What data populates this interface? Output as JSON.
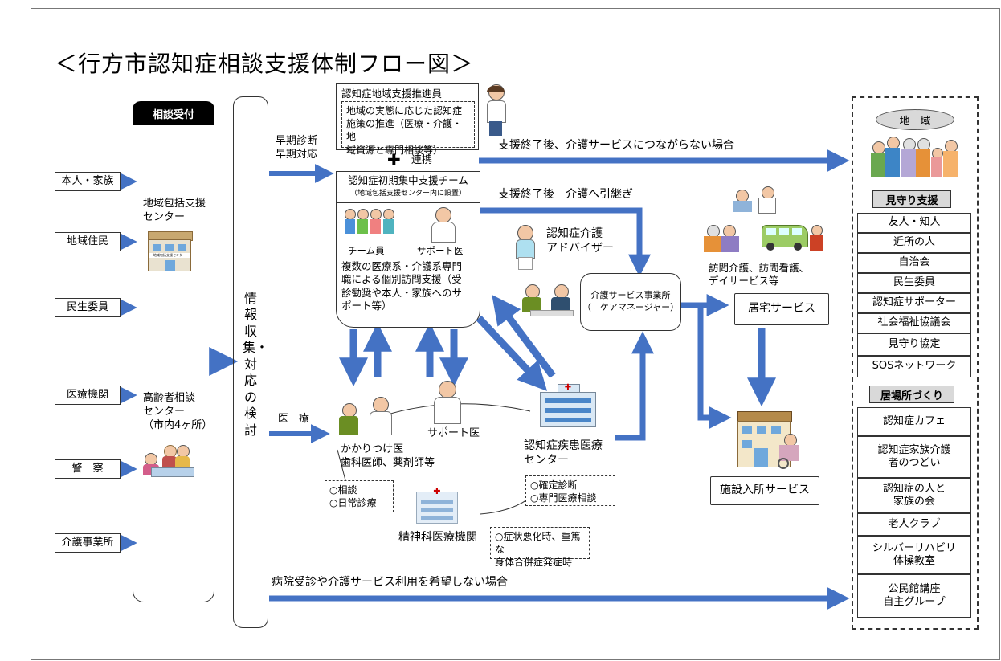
{
  "title": "＜行方市認知症相談支援体制フロー図＞",
  "inputs": [
    "本人・家族",
    "地域住民",
    "民生委員",
    "医療機関",
    "警　察",
    "介護事業所"
  ],
  "reception": {
    "header": "相談受付",
    "center1": "地域包括支援\nセンター",
    "center2": "高齢者相談\nセンター\n（市内4ヶ所）",
    "building_sign": "地域包括支援センター"
  },
  "info_column": "情報収集・対応の検討",
  "early_label": "早期診断\n早期対応",
  "medical_label": "医　療",
  "promoter": {
    "title": "認知症地域支援推進員",
    "body": "地域の実態に応じた認知症\n施策の推進（医療・介護・地\n域資源と専門相談等）"
  },
  "renkei": "連携",
  "team": {
    "title": "認知症初期集中支援チーム",
    "subtitle": "（地域包括支援センター内に設置）",
    "members": "チーム員",
    "doctor": "サポート医",
    "body": "複数の医療系・介護系専門\n職による個別訪問支援（受\n診勧奨や本人・家族へのサ\nポート等）"
  },
  "path_top": "支援終了後、介護サービスにつながらない場合",
  "path_handover": "支援終了後　介護へ引継ぎ",
  "advisor": "認知症介護\nアドバイザー",
  "care_office": "介護サービス事業所\n（　ケアマネージャー）",
  "home_service_desc": "訪問介護、訪問看護、\nデイサービス等",
  "home_service": "居宅サービス",
  "facility_service": "施設入所サービス",
  "family_doctor": "かかりつけ医\n歯科医師、薬剤師等",
  "support_doctor": "サポート医",
  "disease_center": "認知症疾患医療\nセンター",
  "fd_notes": "○相談\n○日常診療",
  "center_notes": "○確定診断\n○専門医療相談",
  "psych": "精神科医療機関",
  "psych_notes": "○症状悪化時、重篤な\n身体合併症発症時",
  "path_bottom": "病院受診や介護サービス利用を希望しない場合",
  "community": {
    "badge": "地　域",
    "watch_header": "見守り支援",
    "watch_items": [
      "友人・知人",
      "近所の人",
      "自治会",
      "民生委員",
      "認知症サポーター",
      "社会福祉協議会",
      "見守り協定",
      "SOSネットワーク"
    ],
    "place_header": "居場所づくり",
    "place_items": [
      "認知症カフェ",
      "認知症家族介護\n者のつどい",
      "認知症の人と\n家族の会",
      "老人クラブ",
      "シルバーリハビリ\n体操教室",
      "公民館講座\n自主グループ"
    ]
  },
  "colors": {
    "arrow": "#4472c4",
    "header_bg": "#000000",
    "badge_bg": "#d9d9d9"
  }
}
